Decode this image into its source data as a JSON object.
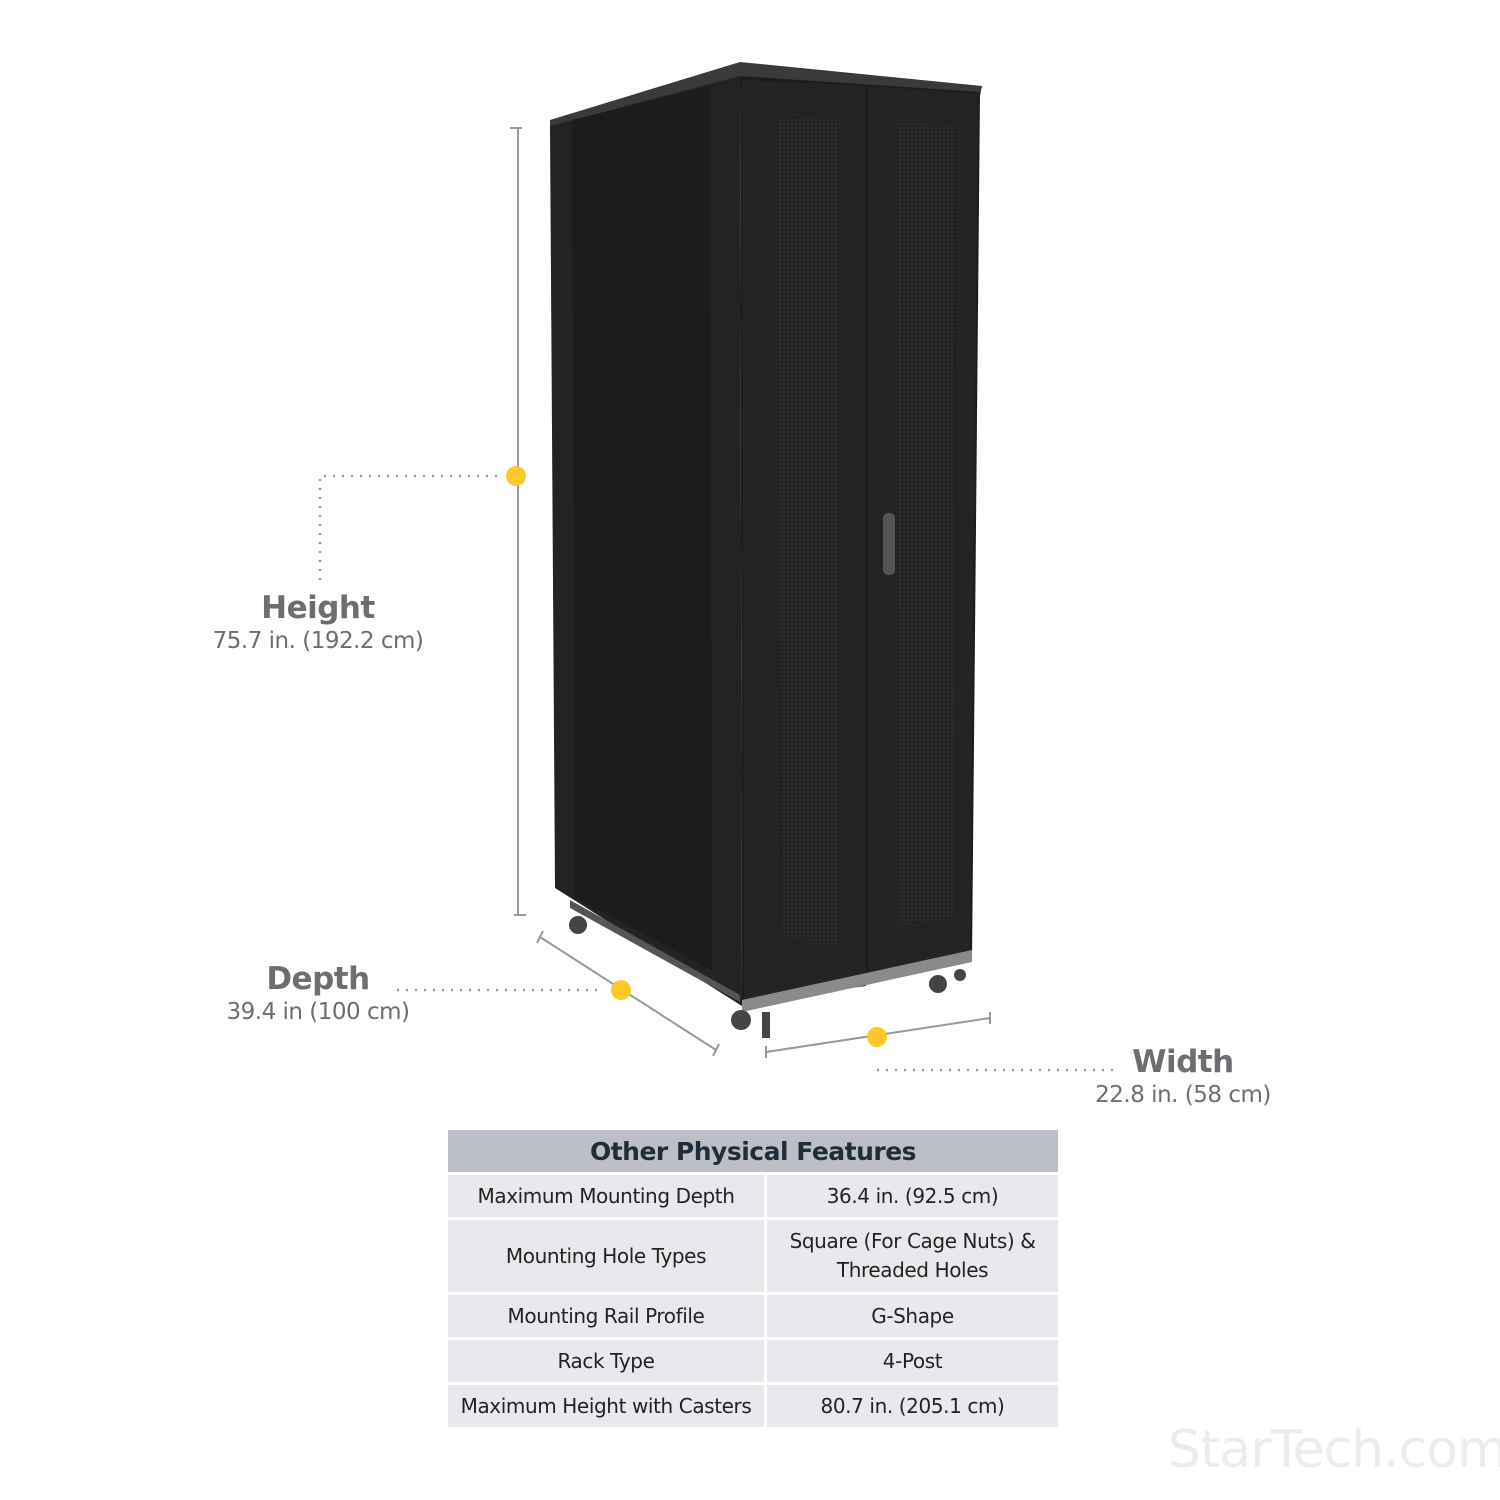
{
  "dimensions": {
    "height": {
      "label": "Height",
      "value": "75.7 in. (192.2 cm)"
    },
    "depth": {
      "label": "Depth",
      "value": "39.4 in (100 cm)"
    },
    "width": {
      "label": "Width",
      "value": "22.8 in. (58 cm)"
    }
  },
  "table": {
    "title": "Other Physical Features",
    "rows": [
      {
        "key": "Maximum Mounting Depth",
        "value": "36.4 in. (92.5 cm)"
      },
      {
        "key": "Mounting Hole Types",
        "value": "Square (For Cage Nuts) & Threaded Holes"
      },
      {
        "key": "Mounting Rail Profile",
        "value": "G-Shape"
      },
      {
        "key": "Rack Type",
        "value": "4-Post"
      },
      {
        "key": "Maximum Height with Casters",
        "value": "80.7 in. (205.1 cm)"
      }
    ]
  },
  "brand": {
    "watermark": "StarTech.com"
  },
  "colors": {
    "accent_dot": "#fcc82c",
    "cabinet": "#1f1f21",
    "label_gray": "#6d6e71",
    "table_header": "#bcc0c6"
  }
}
